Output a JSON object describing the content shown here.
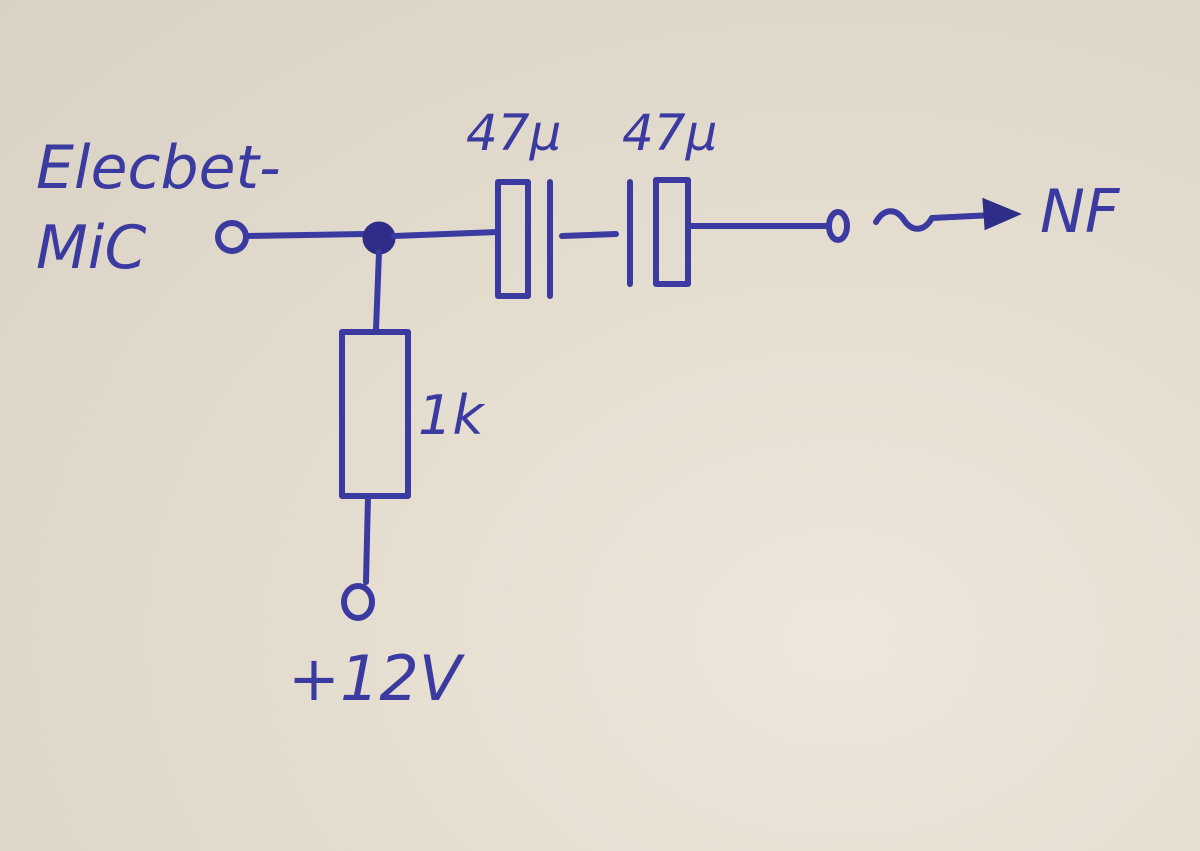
{
  "labels": {
    "mic_line1": "Elecbet-",
    "mic_line2": "MiC",
    "cap1_value": "47μ",
    "cap2_value": "47μ",
    "resistor_value": "1k",
    "supply": "+12V",
    "output": "NF"
  },
  "colors": {
    "ink": "#3a3aa0",
    "paper": "#e6dfd2"
  }
}
